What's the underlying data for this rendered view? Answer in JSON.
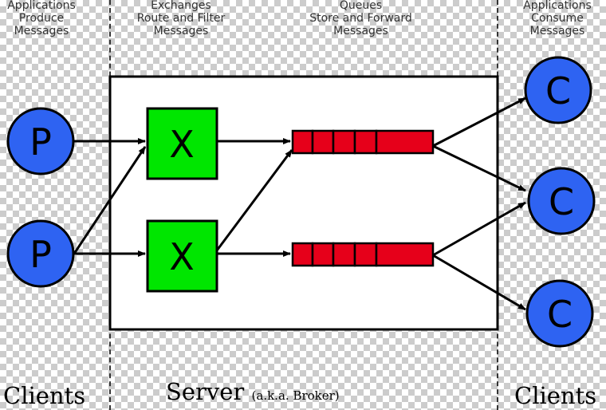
{
  "headers": {
    "producers": [
      "Applications",
      "Produce",
      "Messages"
    ],
    "exchanges": [
      "Exchanges",
      "Route and Filter",
      "Messages"
    ],
    "queues": [
      "Queues",
      "Store and Forward",
      "Messages"
    ],
    "consumers": [
      "Applications",
      "Consume",
      "Messages"
    ]
  },
  "footer": {
    "clients_left": "Clients",
    "server": "Server",
    "broker_note": "(a.k.a. Broker)",
    "clients_right": "Clients"
  },
  "nodes": {
    "producer_label": "P",
    "exchange_label": "X",
    "consumer_label": "C"
  },
  "colors": {
    "producer": "#2e63f2",
    "exchange": "#00e600",
    "queue": "#e6001a",
    "consumer": "#2e63f2"
  }
}
